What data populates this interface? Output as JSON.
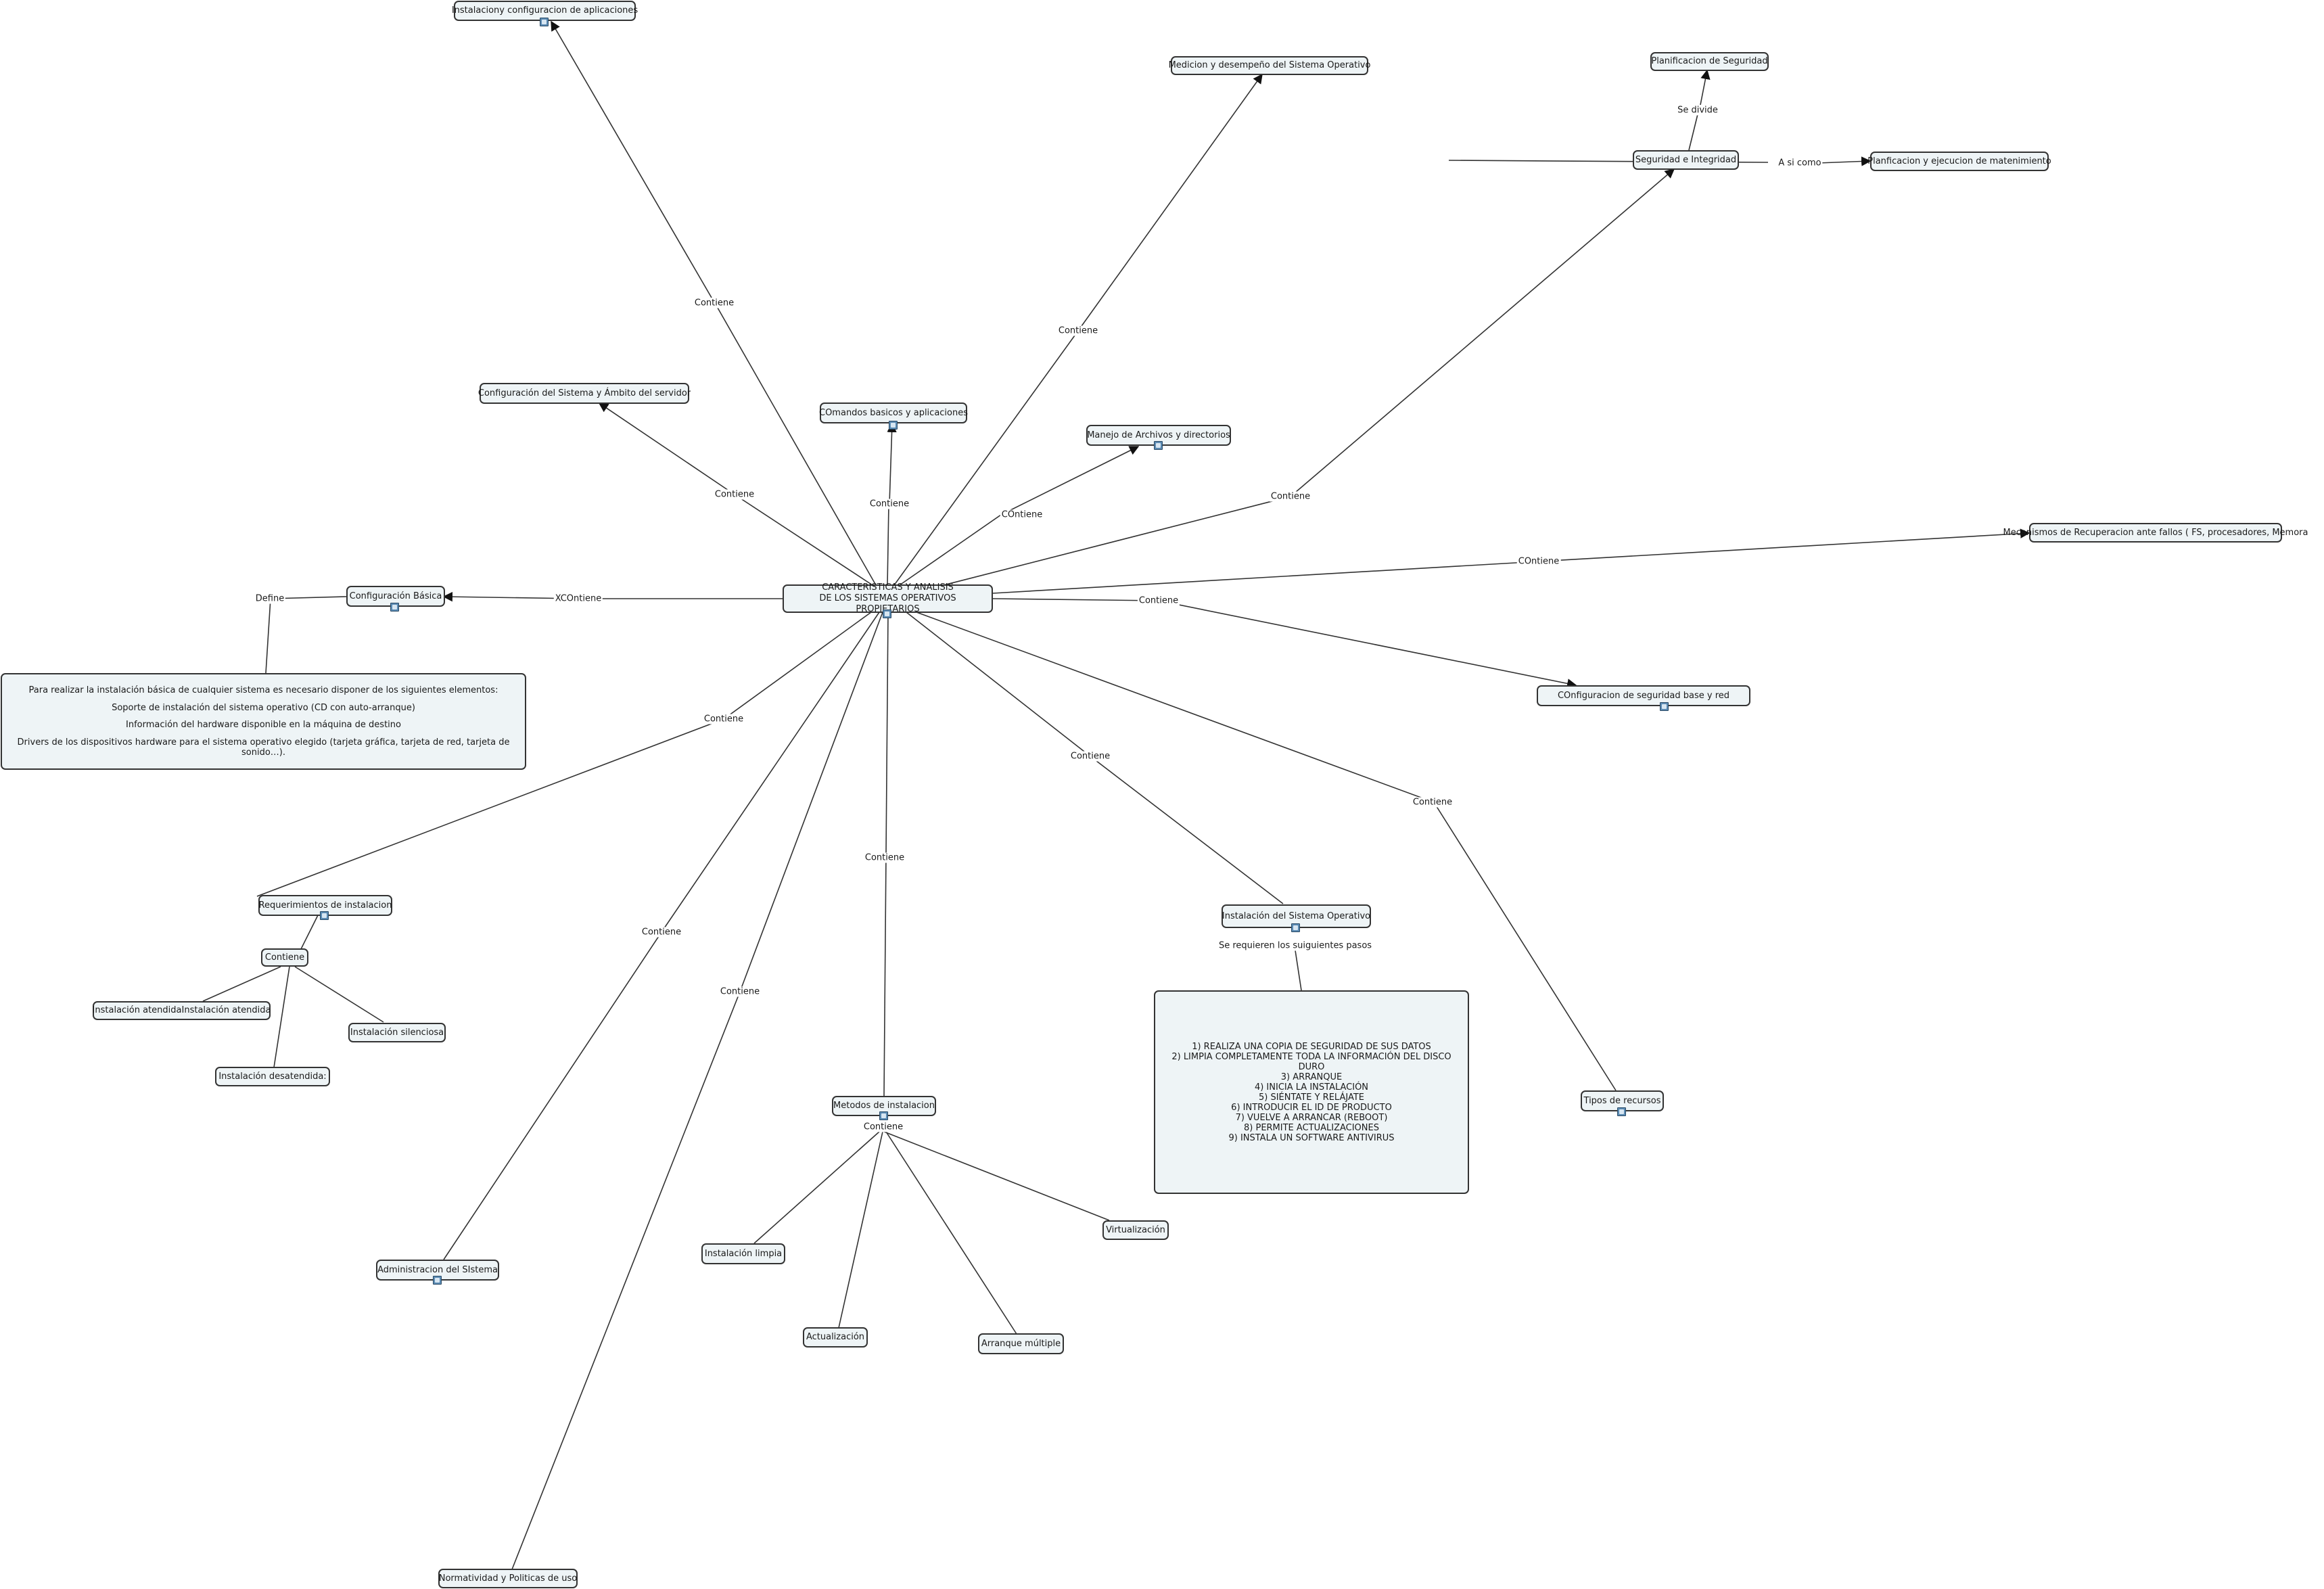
{
  "nodes": {
    "center": [
      "CARACTERISTICAS Y ANALISIS",
      "DE LOS SISTEMAS OPERATIVOS PROPIETARIOS"
    ],
    "instalacion_apps": "Instalaciony configuracion de aplicaciones",
    "medicion": "Medicion y desempeño del Sistema Operativo",
    "planificacion_seguridad": "Planificacion de Seguridad",
    "seguridad_integridad": "Seguridad e Integridad",
    "planificacion_mantenimiento": "Planficacion y ejecucion de matenimiento",
    "config_sistema": "Configuración del Sistema y Ámbito del servidor",
    "comandos": "COmandos basicos y aplicaciones",
    "manejo_archivos": "Manejo de Archivos y directorios",
    "mecanismos": "Mecanismos de Recuperacion ante fallos ( FS, procesadores, Memora",
    "config_basica": "Configuración Básica",
    "config_seguridad": "COnfiguracion de seguridad base y red",
    "requisitos_box": [
      "Para realizar la instalación básica de cualquier sistema es necesario disponer de los siguientes elementos:",
      "Soporte de instalación del sistema operativo (CD con auto-arranque)",
      "Información del hardware disponible en la máquina de destino",
      "Drivers de los dispositivos hardware para el sistema operativo elegido (tarjeta gráfica, tarjeta de red, tarjeta de sonido…)."
    ],
    "requerimientos": "Requerimientos de instalacion",
    "contiene_node": "Contiene",
    "inst_atendida": "Instalación atendidaInstalación atendida",
    "inst_silenciosa": "Instalación silenciosa",
    "inst_desatendida": "Instalación desatendida:",
    "instalacion_so": "Instalación del Sistema Operativo",
    "pasos_box": [
      "1)     REALIZA UNA COPIA DE SEGURIDAD DE SUS DATOS",
      "2)     LIMPIA COMPLETAMENTE TODA LA INFORMACIÓN DEL DISCO DURO",
      "3)     ARRANQUE",
      "4)     INICIA LA INSTALACIÓN",
      "5)     SIÉNTATE Y RELÁJATE",
      "6)     INTRODUCIR EL ID DE PRODUCTO",
      "7)     VUELVE A ARRANCAR (REBOOT)",
      "8)     PERMITE ACTUALIZACIONES",
      "9)     INSTALA UN SOFTWARE ANTIVIRUS"
    ],
    "tipos_recursos": "Tipos de recursos",
    "metodos": "Metodos de instalacion",
    "virtualizacion": "Virtualización",
    "instalacion_limpia": "Instalación limpia",
    "actualizacion": "Actualización",
    "arranque_multiple": "Arranque múltiple",
    "administracion": "Administracion del SIstema",
    "normatividad": "Normatividad y Politicas de uso"
  },
  "edge_labels": {
    "to_instalacion_apps": "Contiene",
    "to_medicion": "Contiene",
    "se_divide": "Se divide",
    "a_si_como": "A si como",
    "to_config_sistema": "Contiene",
    "to_comandos": "Contiene",
    "to_manejo": "COntiene",
    "to_seguridad": "Contiene",
    "to_mecanismos": "COntiene",
    "to_config_basica": "XCOntiene",
    "define": "Define",
    "to_config_seguridad": "Contiene",
    "to_requerimientos": "Contiene",
    "to_instalacion_so": "Contiene",
    "to_tipos": "Contiene",
    "to_metodos": "Contiene",
    "to_administracion": "Contiene",
    "to_normatividad": "Contiene",
    "se_requieren": "Se requieren los suiguientes pasos",
    "metodos_contiene": "Contiene"
  }
}
